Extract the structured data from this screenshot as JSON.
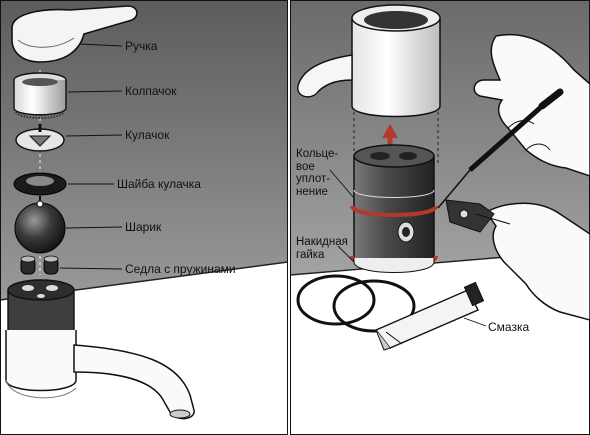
{
  "panels": {
    "left": {
      "callouts": [
        {
          "label": "Ручка"
        },
        {
          "label": "Колпачок"
        },
        {
          "label": "Кулачок"
        },
        {
          "label": "Шайба кулачка"
        },
        {
          "label": "Шарик"
        },
        {
          "label": "Седла с пружинами"
        }
      ]
    },
    "right": {
      "callouts": [
        {
          "label": "Кольце-\nвое\nуплот-\nнение"
        },
        {
          "label": "Накидная\nгайка"
        },
        {
          "label": "Смазка"
        }
      ]
    }
  },
  "colors": {
    "background_shade": "#7a7a7a",
    "paper": "#ffffff",
    "ink": "#111111",
    "accent_red": "#b23a2a"
  }
}
